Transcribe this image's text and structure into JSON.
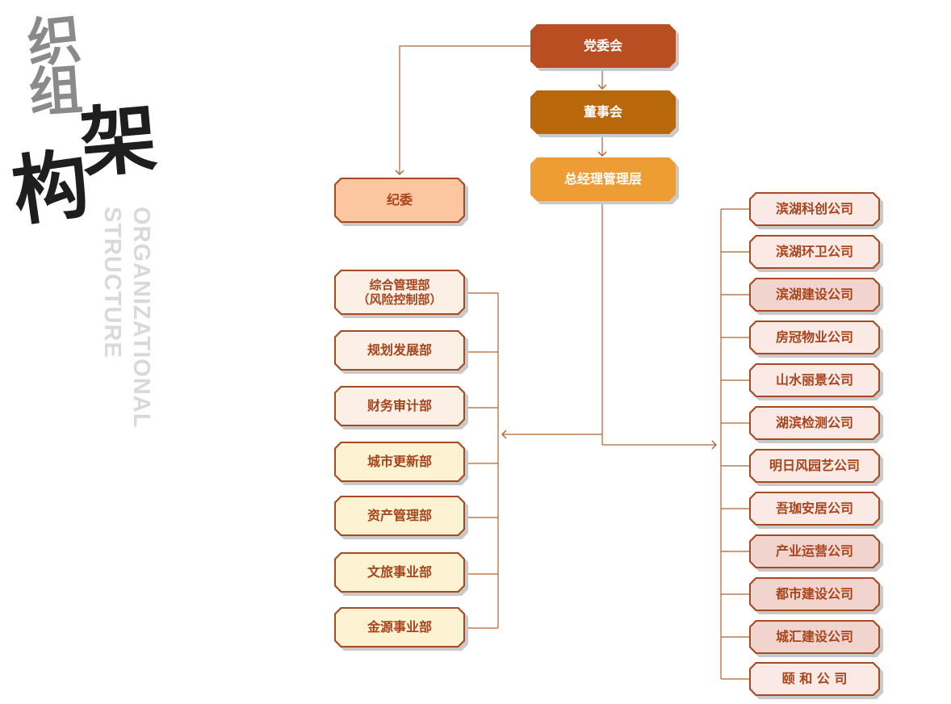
{
  "title": {
    "chars": [
      "织",
      "组",
      "架",
      "构"
    ],
    "english_line1": "ORGANIZATIONAL",
    "english_line2": "STRUCTURE"
  },
  "top": {
    "party": "党委会",
    "board": "董事会",
    "gm": "总经理管理层",
    "discipline": "纪委"
  },
  "departments": [
    {
      "line1": "综合管理部",
      "line2": "（风险控制部）"
    },
    {
      "line1": "规划发展部"
    },
    {
      "line1": "财务审计部"
    },
    {
      "line1": "城市更新部"
    },
    {
      "line1": "资产管理部"
    },
    {
      "line1": "文旅事业部"
    },
    {
      "line1": "金源事业部"
    }
  ],
  "companies": [
    "滨湖科创公司",
    "滨湖环卫公司",
    "滨湖建设公司",
    "房冠物业公司",
    "山水丽景公司",
    "湖滨检测公司",
    "明日风园艺公司",
    "吾珈安居公司",
    "产业运营公司",
    "都市建设公司",
    "城汇建设公司",
    "颐 和 公 司"
  ],
  "colors": {
    "party": "#b94e23",
    "board": "#b8680a",
    "gm": "#ee9d34",
    "line": "#b4622f",
    "text": "#a8441b"
  }
}
